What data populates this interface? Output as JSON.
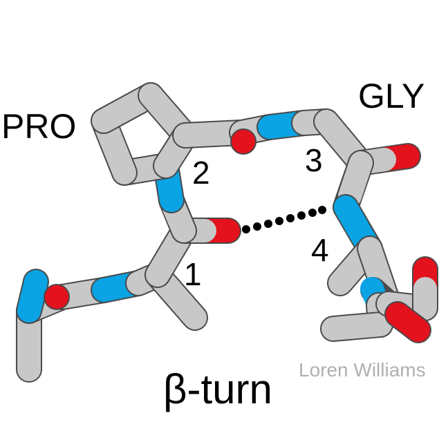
{
  "labels": {
    "residue_pro": "PRO",
    "residue_gly": "GLY",
    "position_1": "1",
    "position_2": "2",
    "position_3": "3",
    "position_4": "4",
    "title": "β-turn",
    "credit": "Loren Williams"
  },
  "colors": {
    "carbon": "#c8c8c8",
    "carbon_outline": "#4a4a4a",
    "nitrogen": "#0aa3e3",
    "oxygen": "#e3121d",
    "hbond": "#000000",
    "credit": "#b0b0b0"
  }
}
